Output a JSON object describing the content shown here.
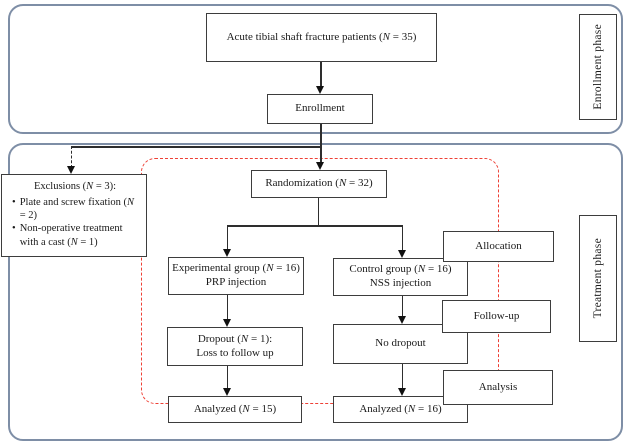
{
  "diagram": {
    "title_context": "CONSORT-style patient flow diagram",
    "phases": {
      "enrollment": "Enrollment phase",
      "treatment": "Treatment phase"
    },
    "nodes": {
      "patients": "Acute tibial shaft fracture patients (N = 35)",
      "enrollment": "Enrollment",
      "randomization": "Randomization (N = 32)",
      "exclusions": {
        "title": "Exclusions (N = 3):",
        "bullet_glyph": "•",
        "bullets": [
          "Plate and screw fixation (N = 2)",
          "Non-operative treatment with a cast (N = 1)"
        ]
      },
      "experimental": {
        "line1": "Experimental group (N = 16)",
        "line2": "PRP injection"
      },
      "control": {
        "line1": "Control group (N = 16)",
        "line2": "NSS injection"
      },
      "allocation": "Allocation",
      "dropout": {
        "line1": "Dropout (N = 1):",
        "line2": "Loss to follow up"
      },
      "no_dropout": "No dropout",
      "followup": "Follow-up",
      "analyzed_experimental": "Analyzed (N = 15)",
      "analyzed_control": "Analyzed (N = 16)",
      "analysis": "Analysis"
    },
    "colors": {
      "section_border": "#7e8ea6",
      "box_border": "#3d3d3d",
      "highlight_dashed": "#ee4035",
      "connector": "#2e2e2e"
    }
  }
}
